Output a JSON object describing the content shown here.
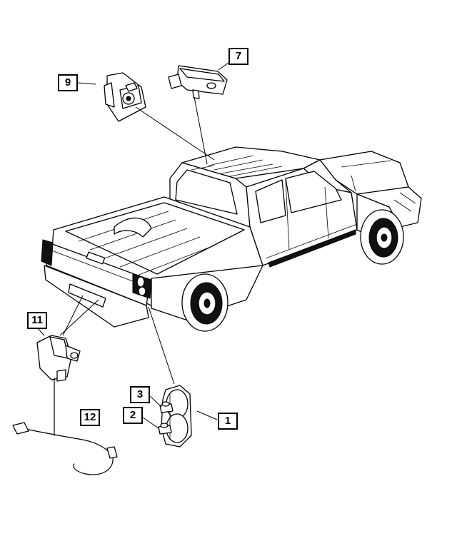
{
  "callouts": {
    "c7": "7",
    "c9": "9",
    "c11": "11",
    "c12": "12",
    "c3": "3",
    "c2": "2",
    "c1": "1"
  },
  "parts": {
    "p1": "tail-lamp-assembly",
    "p2": "bulb-socket",
    "p3": "bulb-socket",
    "p7": "center-high-mount-stop-lamp",
    "p9": "cargo-lamp",
    "p11": "license-plate-lamp",
    "p12": "wiring-harness"
  }
}
